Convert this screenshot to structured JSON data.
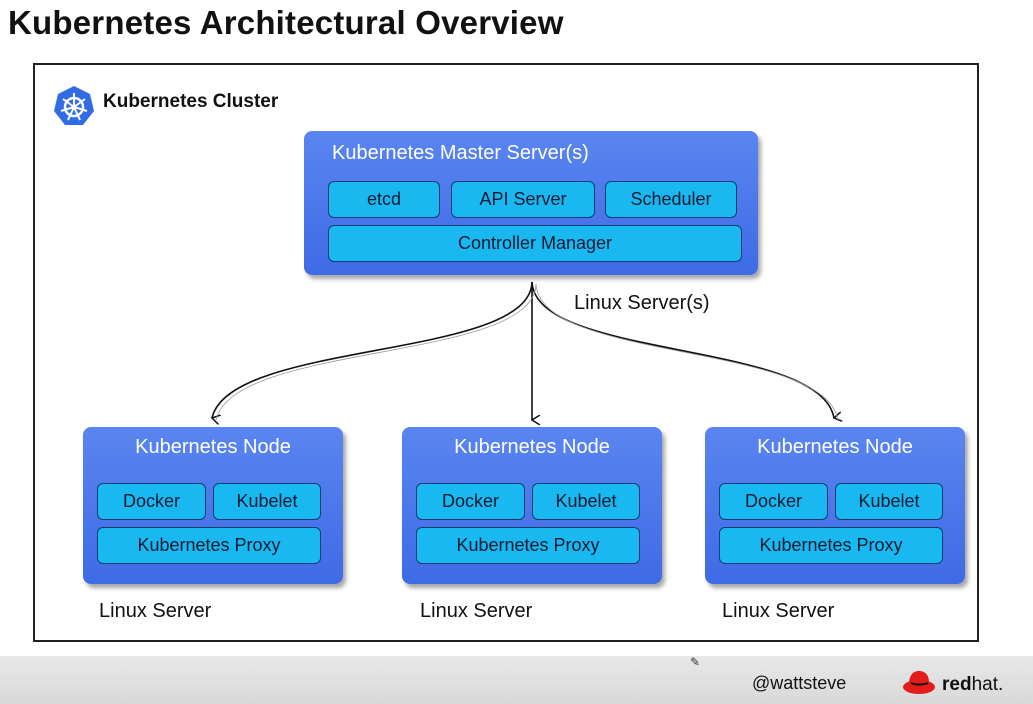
{
  "title": "Kubernetes Architectural Overview",
  "cluster": {
    "label": "Kubernetes Cluster",
    "icon": "kubernetes-logo-icon"
  },
  "master": {
    "title": "Kubernetes Master Server(s)",
    "components": [
      "etcd",
      "API Server",
      "Scheduler"
    ],
    "controller": "Controller Manager",
    "host_label": "Linux Server(s)"
  },
  "nodes": [
    {
      "title": "Kubernetes Node",
      "c1": "Docker",
      "c2": "Kubelet",
      "c3": "Kubernetes Proxy",
      "host_label": "Linux Server"
    },
    {
      "title": "Kubernetes Node",
      "c1": "Docker",
      "c2": "Kubelet",
      "c3": "Kubernetes Proxy",
      "host_label": "Linux Server"
    },
    {
      "title": "Kubernetes Node",
      "c1": "Docker",
      "c2": "Kubelet",
      "c3": "Kubernetes Proxy",
      "host_label": "Linux Server"
    }
  ],
  "footer": {
    "handle": "@wattsteve",
    "brand_bold": "red",
    "brand_light": "hat."
  },
  "colors": {
    "box": "#4a77ec",
    "component": "#19b8f0",
    "kube_blue": "#326ce5",
    "redhat": "#e41c1c"
  }
}
